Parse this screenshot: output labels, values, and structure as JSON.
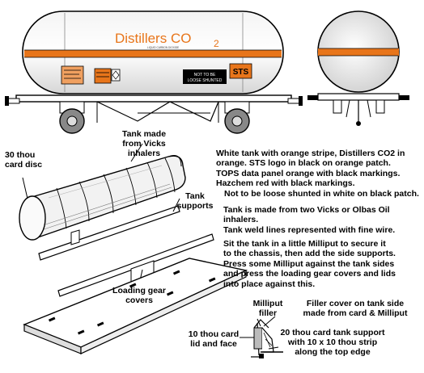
{
  "wagon": {
    "brand_text": "Distillers CO",
    "brand_subscript": "2",
    "stripe_text": "STS",
    "small_lettering": "LIQUID CARBON DIOXIDE",
    "do_not_shunt_1": "NOT TO BE",
    "do_not_shunt_2": "LOOSE SHUNTED"
  },
  "labels": {
    "tank_made_1": "Tank made",
    "tank_made_2": "from Vicks",
    "tank_made_3": "inhalers",
    "disc_1": "30 thou",
    "disc_2": "card disc",
    "supports_1": "Tank",
    "supports_2": "supports",
    "loading_1": "Loading gear",
    "loading_2": "covers",
    "milliput_1": "Milliput",
    "milliput_2": "filler",
    "lid_1": "10 thou card",
    "lid_2": "lid and face",
    "filler_1": "Filler cover on tank side",
    "filler_2": "made from card & Milliput",
    "support_1": "20 thou card tank support",
    "support_2": "with 10 x 10 thou strip",
    "support_3": "along the top edge"
  },
  "notes": {
    "livery": [
      "White tank with orange stripe, Distillers CO2 in",
      "orange.  STS logo in black on orange patch.",
      "TOPS data panel orange with black markings.",
      "Hazchem red with black markings.",
      "Not to be loose shunted in white on black patch."
    ],
    "tank": [
      "Tank is made from two Vicks or Olbas Oil",
      "inhalers.",
      "Tank weld lines represented with fine wire."
    ],
    "assembly": [
      "Sit the tank in a little Milliput to secure it",
      "to the chassis, then add the side supports.",
      "Press some Milliput against the tank sides",
      "and press the loading gear covers and lids",
      "into place against this."
    ]
  },
  "colors": {
    "orange": "#e8751a",
    "tank_grey": "#e6e6e6",
    "line": "#000000",
    "hazchem": "#d8402a"
  }
}
